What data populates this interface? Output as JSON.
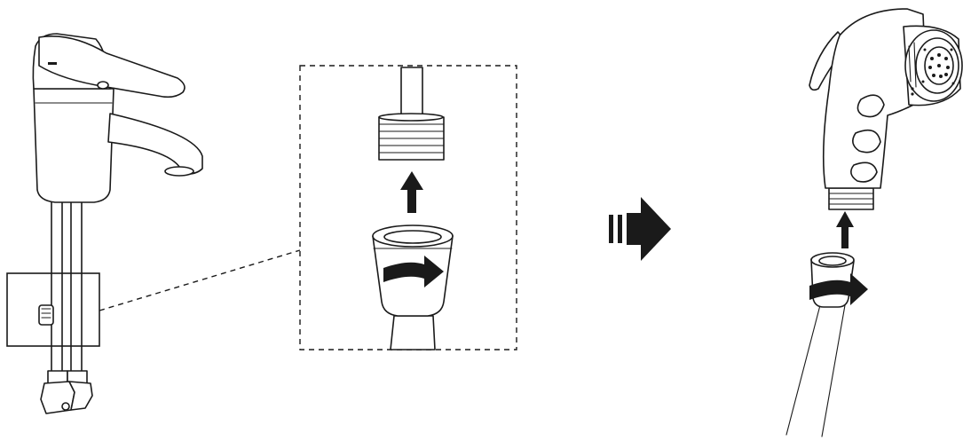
{
  "diagram": {
    "panels": [
      {
        "id": "faucet-view",
        "icon": "faucet-icon"
      },
      {
        "id": "detail-view",
        "icon": "zoom-detail-icon"
      },
      {
        "id": "sprayer-view",
        "icon": "hand-sprayer-icon"
      }
    ],
    "step_arrow_icon": "next-step-arrow-icon",
    "action_icons": [
      "push-up-arrow-icon",
      "rotate-clockwise-icon"
    ],
    "colors": {
      "line": "#1a1a1a",
      "fill": "#ffffff"
    }
  }
}
